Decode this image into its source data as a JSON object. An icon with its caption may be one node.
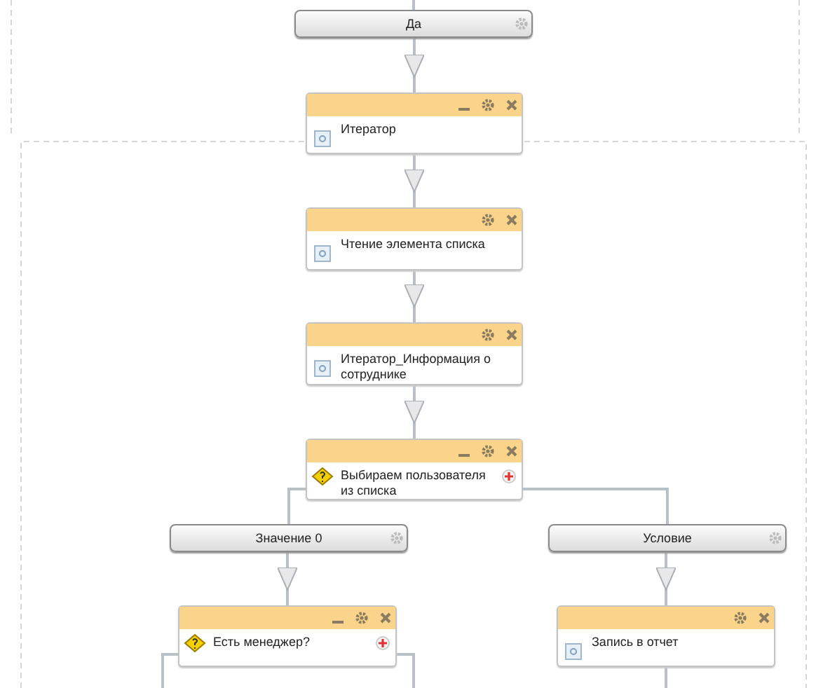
{
  "diagram": {
    "nodes": [
      {
        "text": [
          "Да"
        ]
      },
      {
        "text": [
          "Итератор"
        ]
      },
      {
        "text": [
          "Чтение элемента списка"
        ]
      },
      {
        "text": [
          "Итератор_Информация о сотруднике"
        ]
      },
      {
        "text": [
          "Выбираем пользователя из списка"
        ]
      },
      {
        "text": [
          "Значение 0"
        ]
      },
      {
        "text": [
          "Условие"
        ]
      },
      {
        "text": [
          "Есть менеджер?"
        ]
      },
      {
        "text": [
          "Запись в отчет"
        ]
      }
    ],
    "edges": [
      {
        "from": null,
        "to": 0,
        "arrow": "none"
      },
      {
        "from": 0,
        "to": 1,
        "arrow": "to"
      },
      {
        "from": 1,
        "to": 2,
        "arrow": "to"
      },
      {
        "from": 2,
        "to": 3,
        "arrow": "to"
      },
      {
        "from": 3,
        "to": 4,
        "arrow": "to"
      },
      {
        "from": 4,
        "to": 5,
        "arrow": "none"
      },
      {
        "from": 4,
        "to": 6,
        "arrow": "none"
      },
      {
        "from": 5,
        "to": 7,
        "arrow": "to"
      },
      {
        "from": 6,
        "to": 8,
        "arrow": "to"
      },
      {
        "from": 7,
        "to": null,
        "arrow": "none"
      },
      {
        "from": 7,
        "to": null,
        "arrow": "none"
      },
      {
        "from": 8,
        "to": null,
        "arrow": "none"
      }
    ]
  }
}
